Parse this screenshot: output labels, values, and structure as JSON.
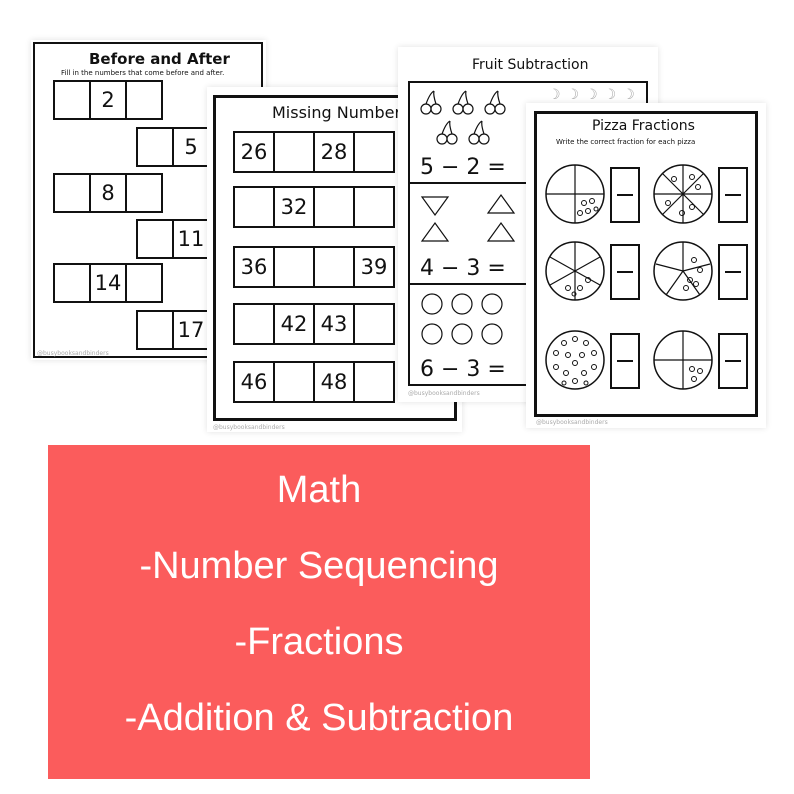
{
  "before_after": {
    "title": "Before and After",
    "instructions": "Fill in the numbers that come before and after.",
    "numbers": [
      "2",
      "5",
      "8",
      "11",
      "14",
      "17"
    ],
    "watermark": "@busybooksandbinders"
  },
  "missing_numbers": {
    "title": "Missing Number",
    "rows": [
      [
        "26",
        "",
        "28",
        ""
      ],
      [
        "",
        "32",
        "",
        ""
      ],
      [
        "36",
        "",
        "",
        "39"
      ],
      [
        "",
        "42",
        "43",
        ""
      ],
      [
        "46",
        "",
        "48",
        ""
      ]
    ],
    "watermark": "@busybooksandbinders"
  },
  "fruit_subtraction": {
    "title": "Fruit Subtraction",
    "problems": [
      "5 − 2 =",
      "4 − 3 =",
      "6 − 3 ="
    ],
    "watermark": "@busybooksandbinders"
  },
  "pizza_fractions": {
    "title": "Pizza Fractions",
    "instructions": "Write the correct fraction for each pizza",
    "watermark": "@busybooksandbinders"
  },
  "banner": {
    "background": "#fb5c5c",
    "lines": [
      "Math",
      "-Number Sequencing",
      "-Fractions",
      "-Addition & Subtraction"
    ]
  }
}
